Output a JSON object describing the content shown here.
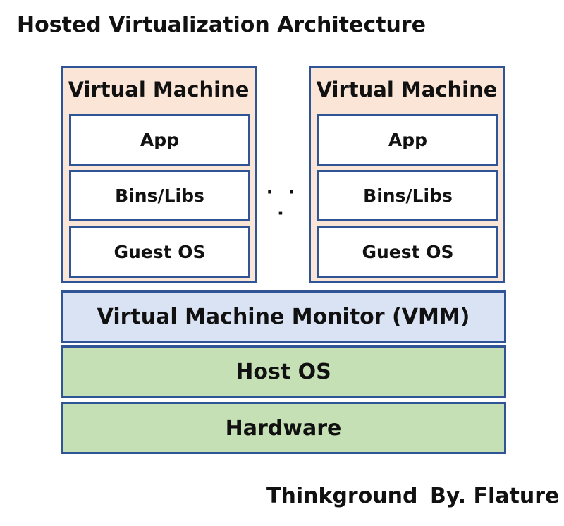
{
  "title": "Hosted Virtualization Architecture",
  "virtual_machines": [
    {
      "title": "Virtual Machine",
      "layers": [
        "App",
        "Bins/Libs",
        "Guest OS"
      ]
    },
    {
      "title": "Virtual Machine",
      "layers": [
        "App",
        "Bins/Libs",
        "Guest OS"
      ]
    }
  ],
  "ellipsis": "· · ·",
  "stack": {
    "vmm": "Virtual Machine Monitor (VMM)",
    "host_os": "Host OS",
    "hardware": "Hardware"
  },
  "footer": {
    "left": "Thinkground",
    "right": "By. Flature"
  },
  "colors": {
    "border": "#2f5597",
    "vm_background": "#fbe5d6",
    "vmm_background": "#dae3f3",
    "host_background": "#c5e0b4",
    "hardware_background": "#c5e0b4",
    "layer_background": "#ffffff"
  }
}
